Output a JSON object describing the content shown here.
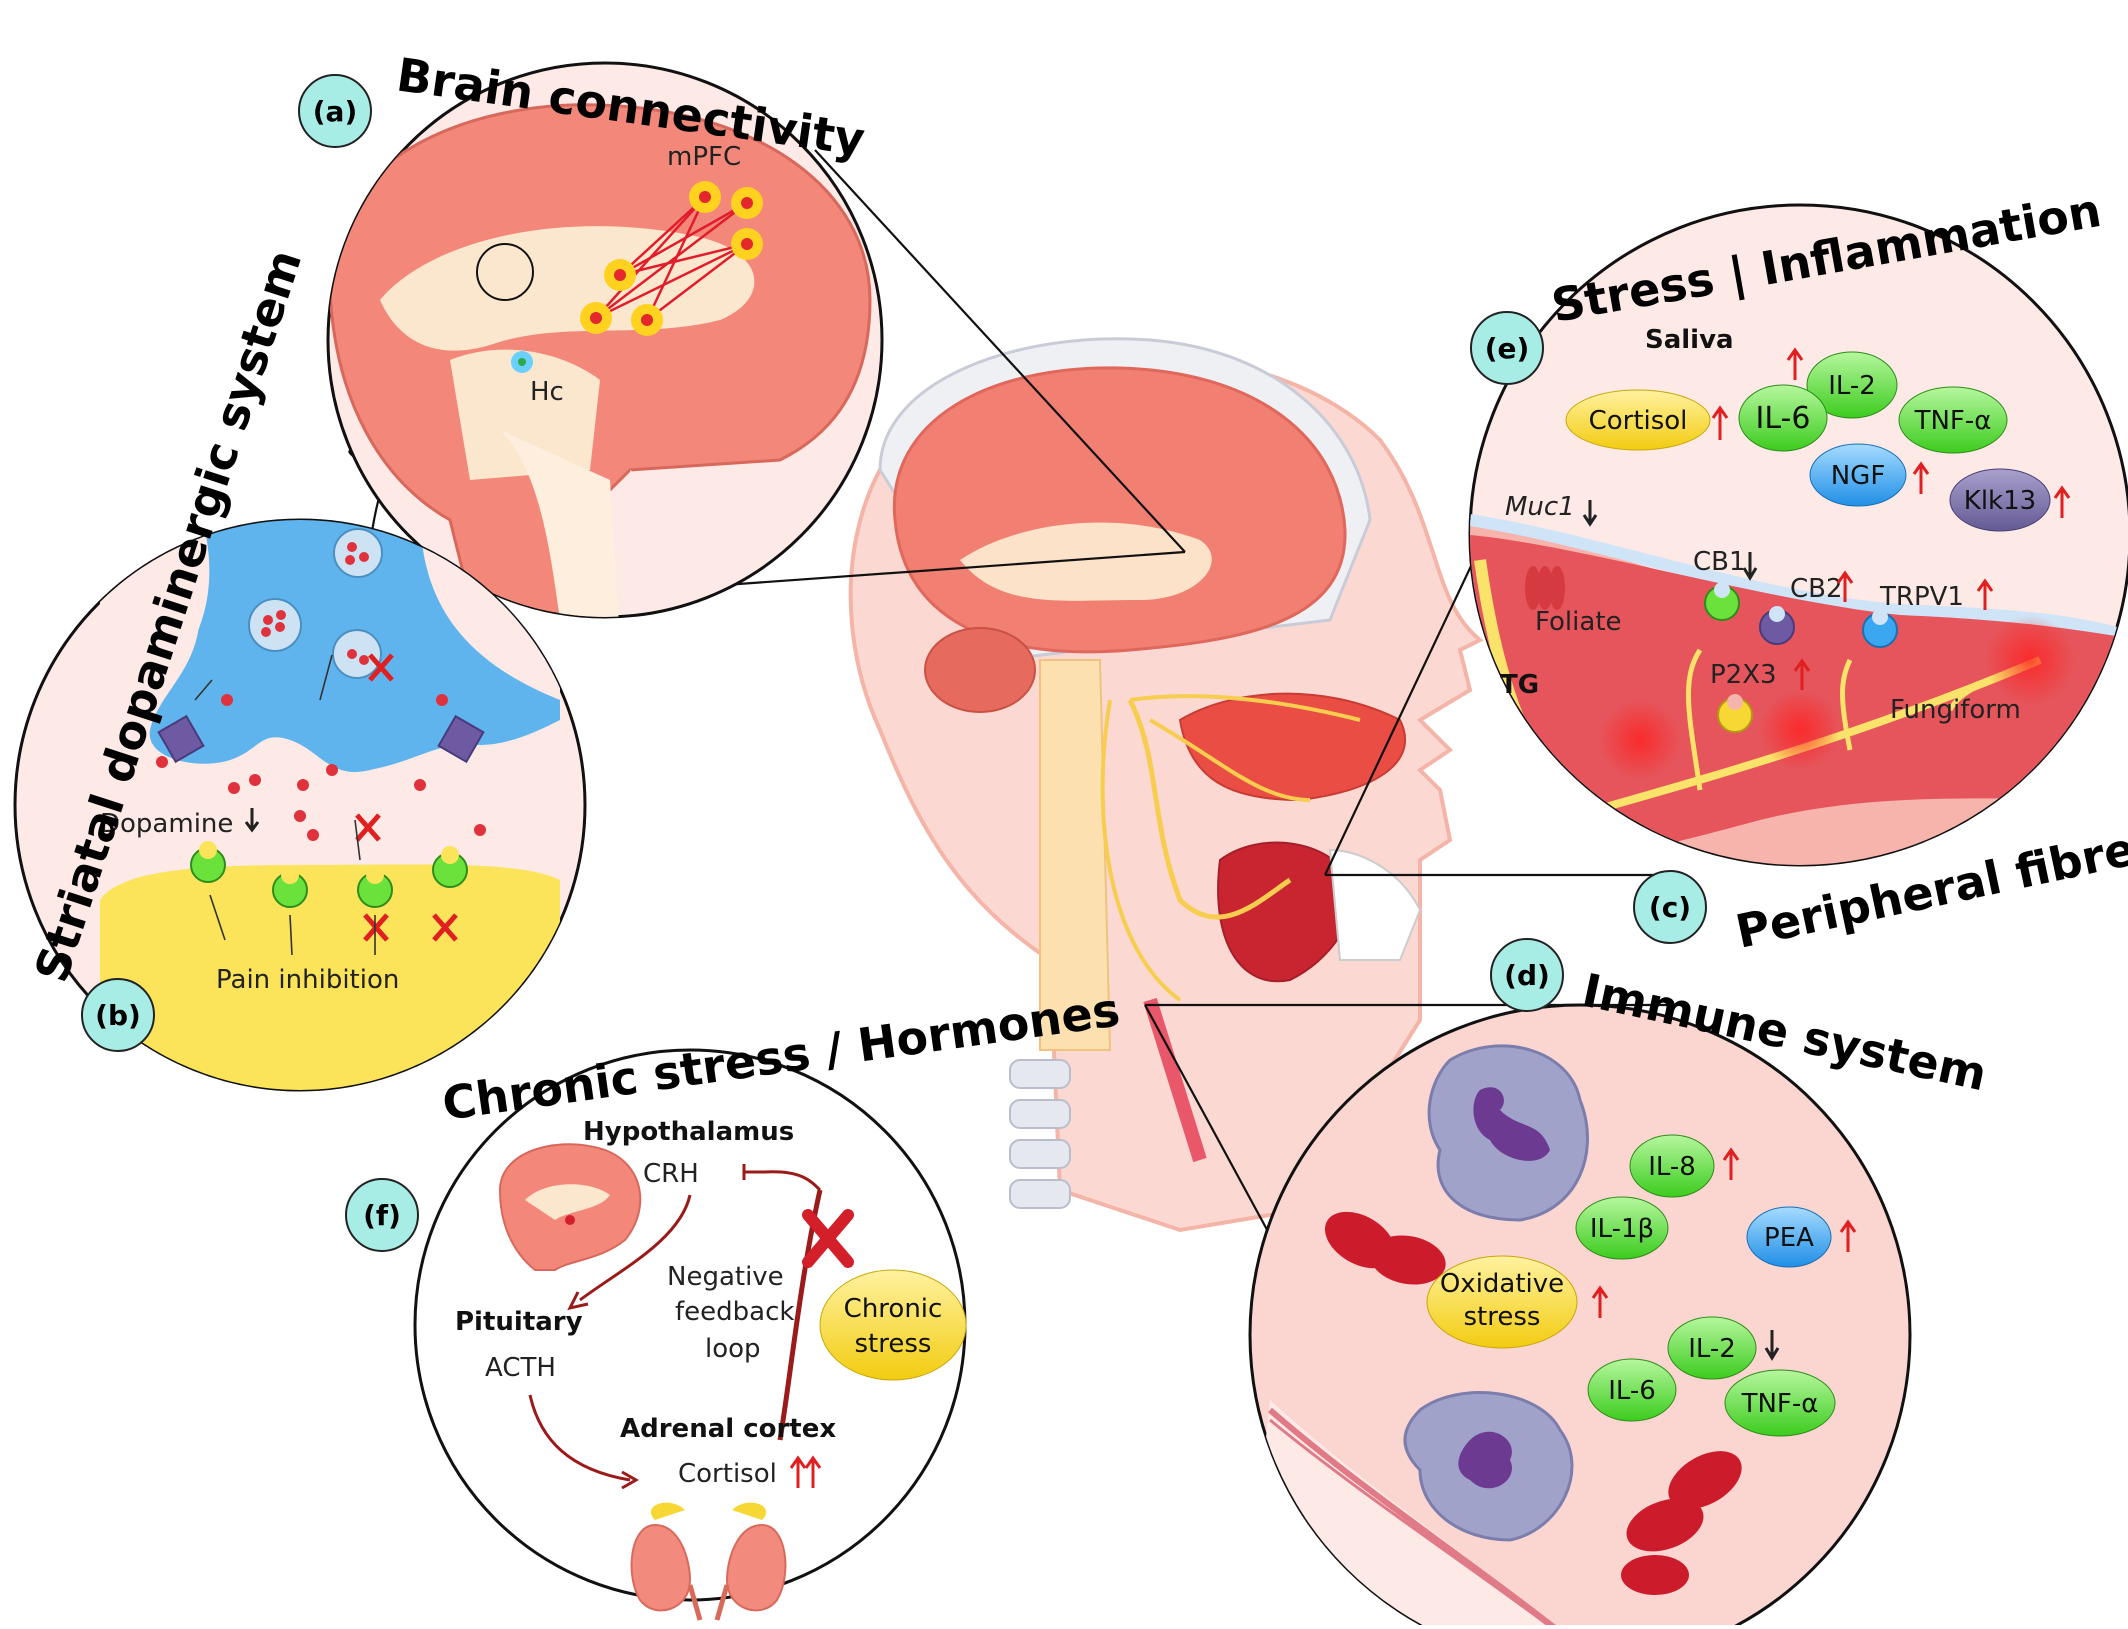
{
  "panels": {
    "a": {
      "badge": "(a)",
      "title": "Brain connectivity",
      "mpfc": "mPFC",
      "hc": "Hc"
    },
    "b": {
      "badge": "(b)",
      "title": "Striatal dopaminergic system",
      "dopamine": "Dopamine",
      "pain": "Pain inhibition"
    },
    "c": {
      "badge": "(c)",
      "title": "Peripheral fibre damage"
    },
    "d": {
      "badge": "(d)",
      "title": "Immune system",
      "il8": "IL-8",
      "il1b": "IL-1β",
      "pea": "PEA",
      "oxidative1": "Oxidative",
      "oxidative2": "stress",
      "il2": "IL-2",
      "il6": "IL-6",
      "tnf": "TNF-α"
    },
    "e": {
      "badge": "(e)",
      "title": "Stress | Inflammation",
      "saliva": "Saliva",
      "cortisol": "Cortisol",
      "il2": "IL-2",
      "il6": "IL-6",
      "tnf": "TNF-α",
      "ngf": "NGF",
      "klk13": "Klk13",
      "muc1": "Muc1",
      "cb1": "CB1",
      "cb2": "CB2",
      "trpv1": "TRPV1",
      "foliate": "Foliate",
      "tg": "TG",
      "p2x3": "P2X3",
      "fungiform": "Fungiform"
    },
    "f": {
      "badge": "(f)",
      "title": "Chronic stress / Hormones",
      "hypothalamus": "Hypothalamus",
      "crh": "CRH",
      "pituitary": "Pituitary",
      "acth": "ACTH",
      "negative": "Negative",
      "feedback": "feedback",
      "loop": "loop",
      "chronic1": "Chronic",
      "chronic2": "stress",
      "adrenal": "Adrenal cortex",
      "cortisol": "Cortisol"
    }
  },
  "colors": {
    "badge": "#a8ece6",
    "yellow_pill": "#f6d733",
    "green_pill": "#5ee03a",
    "blue_pill": "#3aa7f0",
    "purple_pill": "#7c6fa8",
    "arrow_up": "#e02020",
    "brain": "#f08a7e",
    "bg_circle": "#fde9e6"
  }
}
